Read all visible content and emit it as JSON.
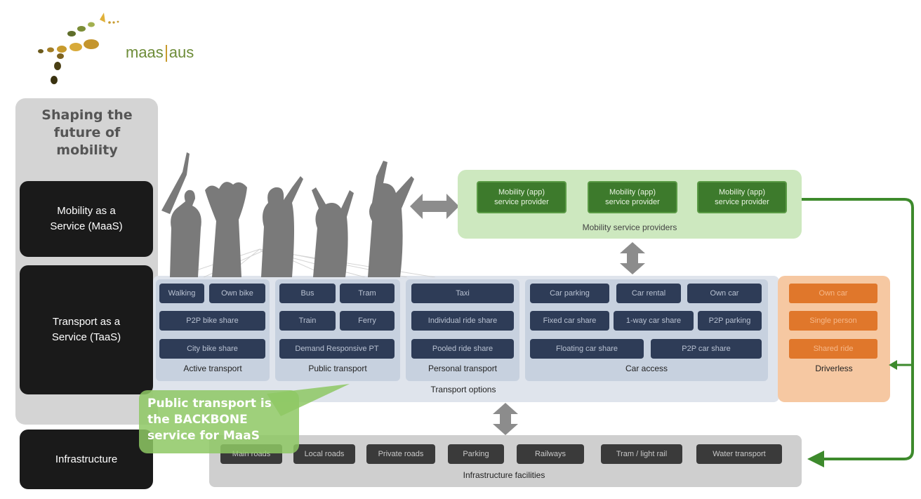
{
  "logo": {
    "left_text": "maas",
    "right_text": "aus"
  },
  "left": {
    "title": [
      "Shaping the",
      "future of",
      "mobility"
    ],
    "maas": [
      "Mobility as a",
      "Service (MaaS)"
    ],
    "taas": [
      "Transport as a",
      "Service (TaaS)"
    ],
    "infrastructure": "Infrastructure"
  },
  "mobility": {
    "providers": [
      [
        "Mobility (app)",
        "service provider"
      ],
      [
        "Mobility (app)",
        "service provider"
      ],
      [
        "Mobility (app)",
        "service provider"
      ]
    ],
    "label": "Mobility service providers"
  },
  "transport": {
    "label": "Transport options",
    "active": {
      "label": "Active transport",
      "items": [
        "Walking",
        "Own bike",
        "P2P bike share",
        "City bike share"
      ]
    },
    "public": {
      "label": "Public transport",
      "items": [
        "Bus",
        "Tram",
        "Train",
        "Ferry",
        "Demand Responsive PT"
      ]
    },
    "personal": {
      "label": "Personal transport",
      "items": [
        "Taxi",
        "Individual ride share",
        "Pooled ride share"
      ]
    },
    "car": {
      "label": "Car access",
      "items": [
        "Car parking",
        "Car rental",
        "Own car",
        "Fixed car share",
        "1-way car share",
        "P2P parking",
        "Floating car share",
        "P2P car share"
      ]
    },
    "driverless": {
      "label": "Driverless",
      "items": [
        "Own car",
        "Single person",
        "Shared ride"
      ]
    }
  },
  "infrastructure": {
    "label": "Infrastructure facilities",
    "items": [
      "Main roads",
      "Local roads",
      "Private roads",
      "Parking",
      "Railways",
      "Tram / light rail",
      "Water transport"
    ]
  },
  "callout": {
    "lines": [
      "Public transport is",
      "the BACKBONE",
      "service for MaaS"
    ]
  },
  "colors": {
    "green": "#3d7a2c",
    "navy": "#2e3c57",
    "orange": "#e0772b",
    "black": "#1a1a1a"
  }
}
